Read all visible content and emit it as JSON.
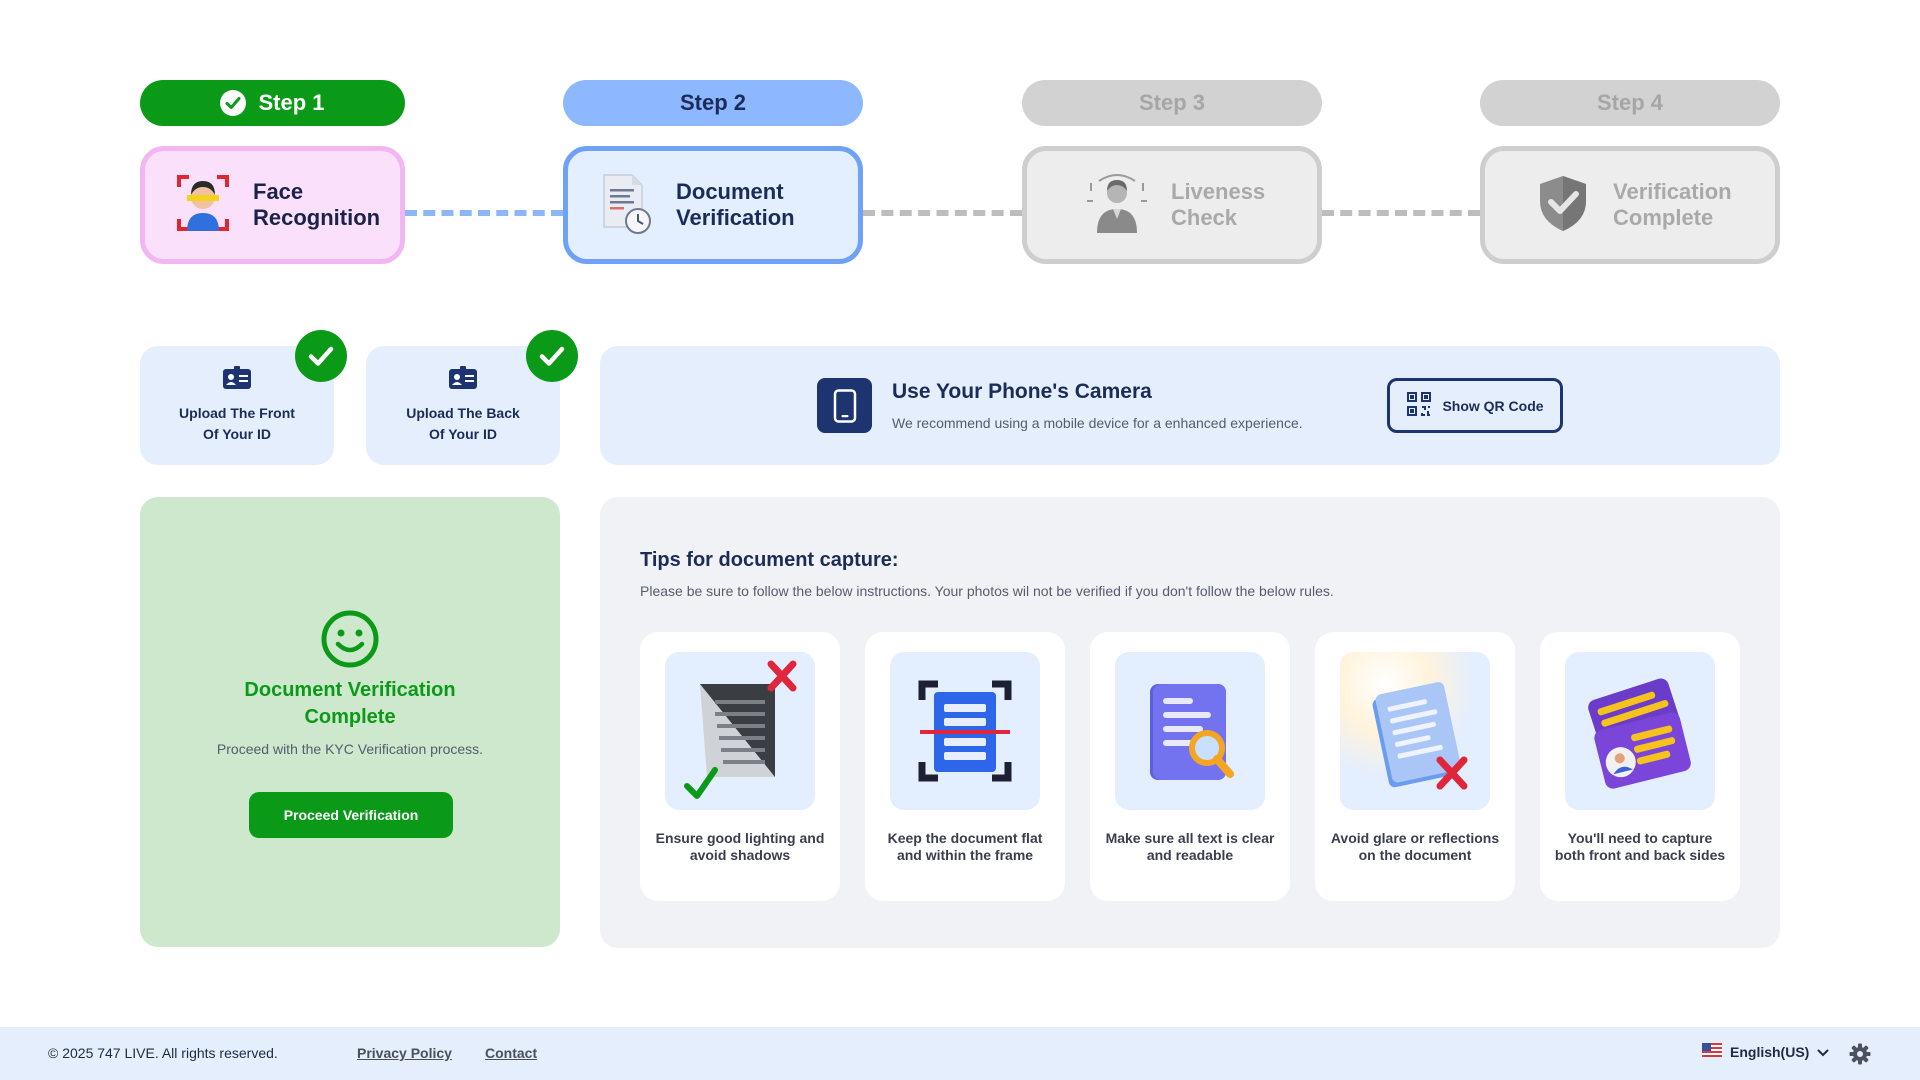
{
  "steps": [
    {
      "label": "Step 1",
      "title": "Face\nRecognition",
      "status": "done",
      "icon": "face-scan-icon"
    },
    {
      "label": "Step 2",
      "title": "Document\nVerification",
      "status": "active",
      "icon": "document-clock-icon"
    },
    {
      "label": "Step 3",
      "title": "Liveness\nCheck",
      "status": "todo",
      "icon": "person-scan-icon"
    },
    {
      "label": "Step 4",
      "title": "Verification\nComplete",
      "status": "todo",
      "icon": "shield-check-icon"
    }
  ],
  "uploads": [
    {
      "label": "Upload The Front\nOf Your ID",
      "icon": "id-card-icon",
      "completed": true
    },
    {
      "label": "Upload The Back\nOf Your ID",
      "icon": "id-card-icon",
      "completed": true
    }
  ],
  "phone": {
    "title": "Use Your Phone's Camera",
    "subtitle": "We recommend using a mobile device for a enhanced experience.",
    "button": "Show QR Code",
    "icon": "smartphone-icon",
    "button_icon": "qr-code-icon"
  },
  "success": {
    "icon": "smiley-icon",
    "title": "Document Verification\nComplete",
    "subtitle": "Proceed with the KYC Verification process.",
    "button": "Proceed Verification"
  },
  "tips": {
    "title": "Tips for document capture:",
    "subtitle": "Please be sure to follow the below instructions. Your photos wil not be verified if you don't follow the below rules.",
    "items": [
      {
        "text": "Ensure good lighting and avoid shadows",
        "icon": "lighting-document-icon"
      },
      {
        "text": "Keep the document flat and within the frame",
        "icon": "document-frame-icon"
      },
      {
        "text": "Make sure all text is clear and readable",
        "icon": "document-magnifier-icon"
      },
      {
        "text": "Avoid glare or reflections on the document",
        "icon": "glare-document-icon"
      },
      {
        "text": "You'll need to capture both front and back sides",
        "icon": "id-cards-icon"
      }
    ]
  },
  "footer": {
    "copyright": "© 2025 747 LIVE. All rights reserved.",
    "privacy": "Privacy Policy",
    "contact": "Contact",
    "language": "English(US)",
    "flag_icon": "us-flag-icon",
    "settings_icon": "gear-icon"
  },
  "colors": {
    "success_green": "#0b9a17",
    "active_blue": "#8db8ff",
    "navy": "#1e3470",
    "pink_card": "#fbe0fb",
    "light_blue_panel": "#e4eefc",
    "disabled_grey": "#d2d2d2"
  }
}
